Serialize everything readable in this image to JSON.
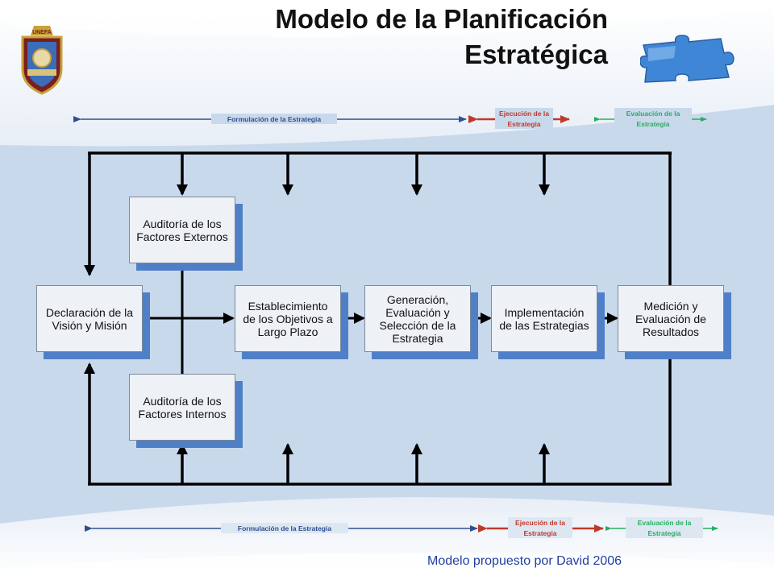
{
  "slide": {
    "title_line1": "Modelo de la Planificación",
    "title_line2": "Estratégica",
    "credit": "Modelo propuesto por David 2006"
  },
  "logo": {
    "text": "UNEFA"
  },
  "phases": {
    "formulation": "Formulación de la Estrategia",
    "execution_line1": "Ejecución de la",
    "execution_line2": "Estrategia",
    "evaluation_line1": "Evaluación de la",
    "evaluation_line2": "Estrategia"
  },
  "boxes": {
    "external_audit": "Auditoría de los Factores Externos",
    "mission": "Declaración de la Visión y Misión",
    "internal_audit": "Auditoría de los Factores Internos",
    "objectives": "Establecimiento de los Objetivos a Largo Plazo",
    "generation": "Generación, Evaluación y Selección de la Estrategia",
    "implementation": "Implementación de las Estrategias",
    "measurement": "Medición y Evaluación de Resultados"
  },
  "colors": {
    "formulation": "#2f4f8f",
    "execution": "#c0392b",
    "evaluation": "#27ae60",
    "box_shadow": "#4f7fc7",
    "credit": "#1f3fa0"
  },
  "icons": {
    "logo": "university-crest-icon",
    "puzzle": "puzzle-piece-icon"
  }
}
